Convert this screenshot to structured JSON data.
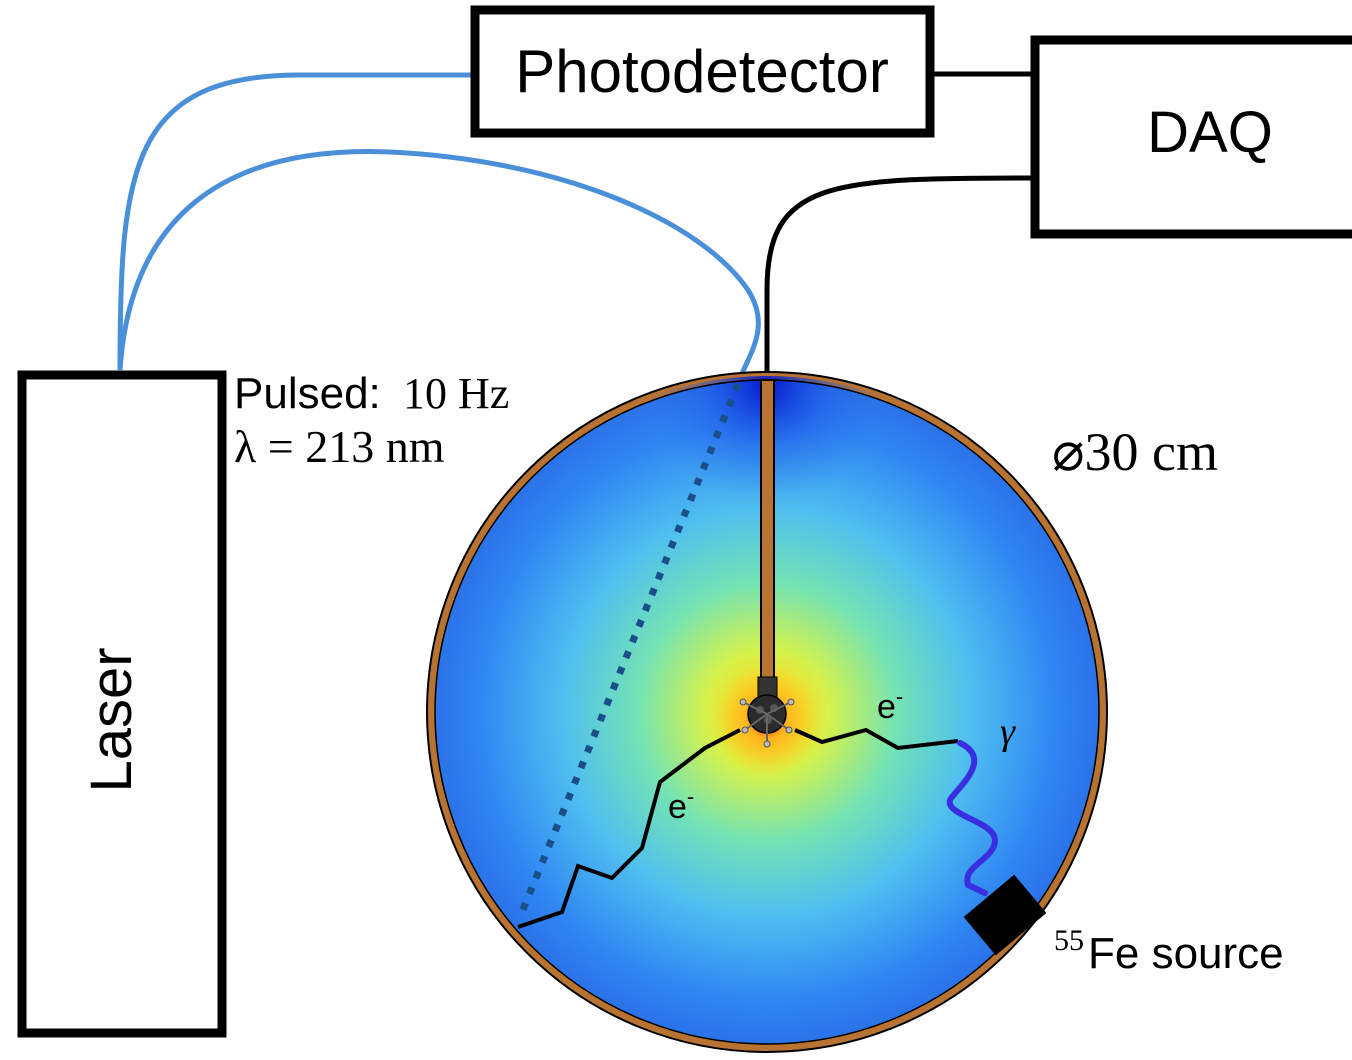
{
  "boxes": {
    "photodetector": "Photodetector",
    "daq": "DAQ",
    "laser": "Laser"
  },
  "laser_specs": {
    "pulsed_label": "Pulsed:",
    "pulsed_value": "10 Hz",
    "wavelength_label": "λ = 213 nm"
  },
  "detector": {
    "diameter_symbol": "⌀",
    "diameter_value": "30 cm",
    "source_mass": "55",
    "source_label": "Fe source",
    "gamma": "γ",
    "electron": "e",
    "electron_charge": "-"
  },
  "colors": {
    "fiber": "#4a90d9",
    "vessel_wall": "#b87333",
    "field_blue": "#2f7bf2",
    "field_center": "#ffd21e",
    "gamma_track": "#3a2fe0",
    "laser_beam": "#1a4f8a"
  }
}
